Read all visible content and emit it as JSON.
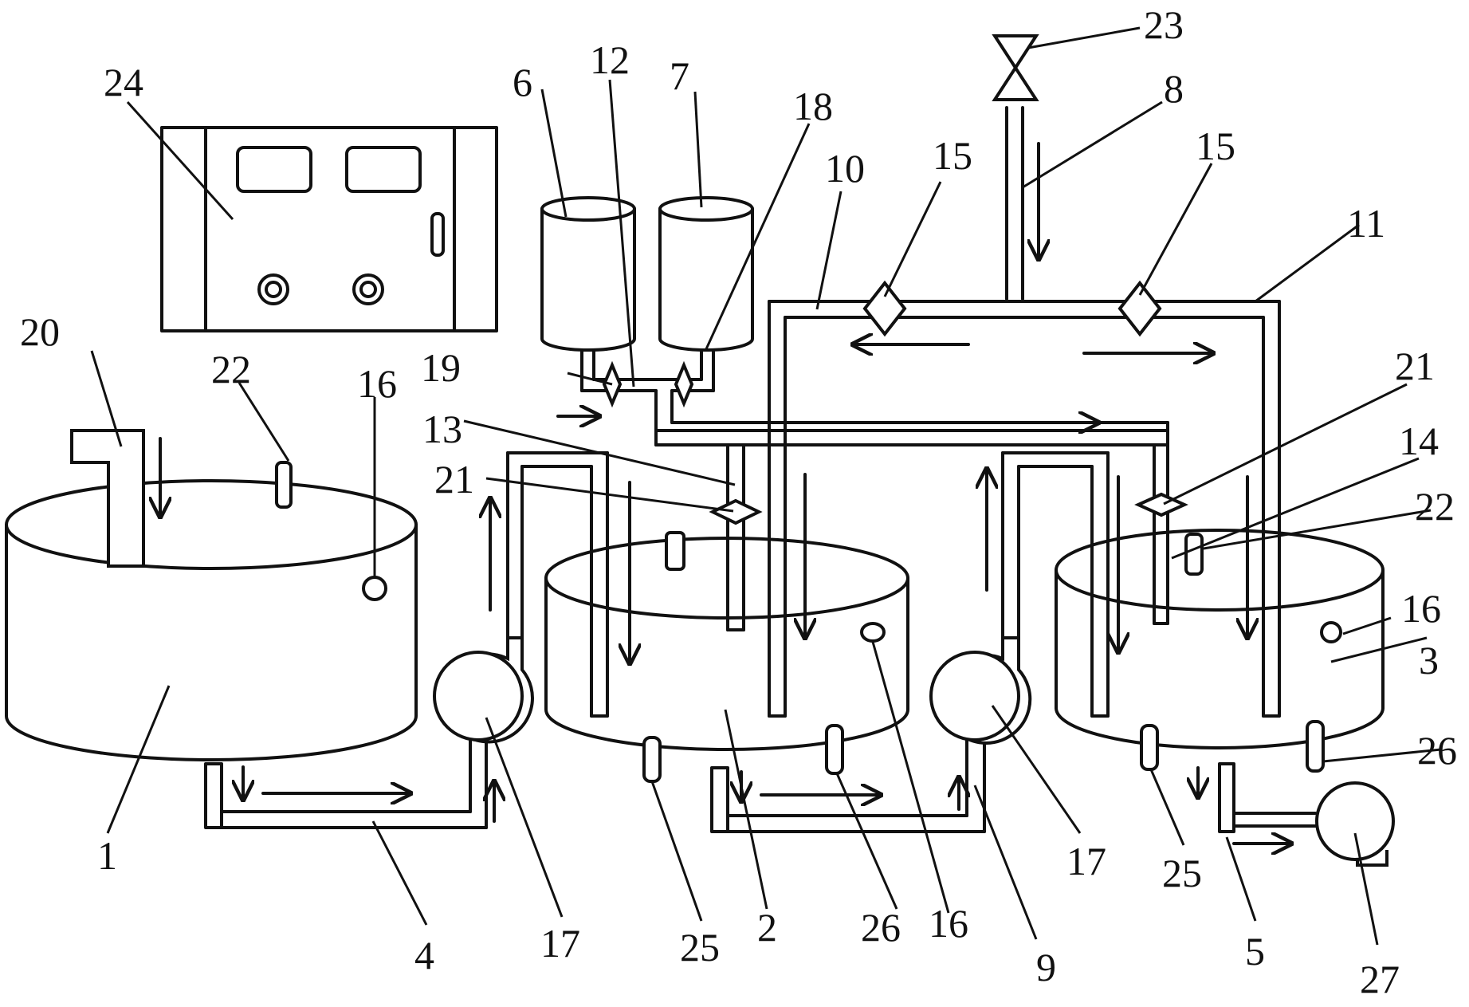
{
  "diagram": {
    "labels": {
      "l1": "1",
      "l2": "2",
      "l3": "3",
      "l4": "4",
      "l5": "5",
      "l6": "6",
      "l7": "7",
      "l8": "8",
      "l9": "9",
      "l10": "10",
      "l11": "11",
      "l12": "12",
      "l13": "13",
      "l14": "14",
      "l15a": "15",
      "l15b": "15",
      "l16a": "16",
      "l16b": "16",
      "l16c": "16",
      "l17a": "17",
      "l17b": "17",
      "l18": "18",
      "l19": "19",
      "l20": "20",
      "l21a": "21",
      "l21b": "21",
      "l22a": "22",
      "l22b": "22",
      "l23": "23",
      "l24": "24",
      "l25a": "25",
      "l25b": "25",
      "l26a": "26",
      "l26b": "26",
      "l27": "27"
    },
    "colors": {
      "line": "#111111",
      "background": "#ffffff"
    }
  }
}
